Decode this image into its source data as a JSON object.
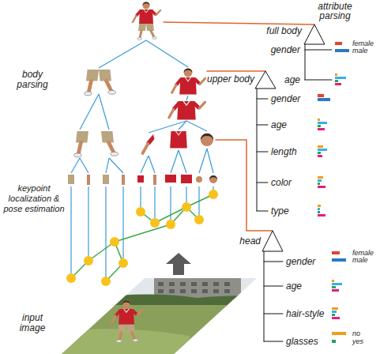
{
  "diagram": {
    "labels": [
      "attribute parsing",
      "full body",
      "body parsing",
      "upper body",
      "gender",
      "female",
      "male",
      "age",
      "gender",
      "age",
      "length",
      "color",
      "type",
      "keypoint localization & pose estimation",
      "head",
      "gender",
      "female",
      "male",
      "age",
      "hair-style",
      "glasses",
      "no",
      "yes",
      "input image"
    ]
  }
}
